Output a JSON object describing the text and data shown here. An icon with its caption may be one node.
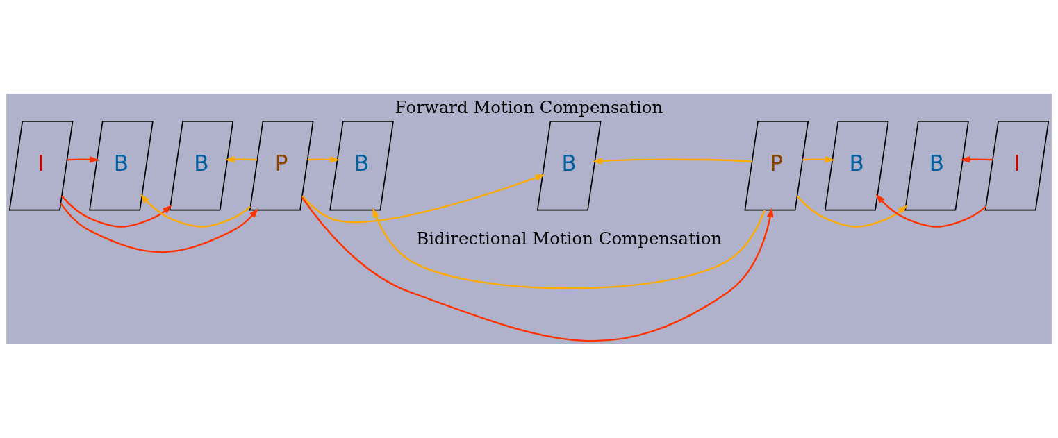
{
  "diagram": {
    "title": "Forward Motion Compensation",
    "caption": "Bidirectional Motion Compensation",
    "nodes": [
      {
        "text": [
          "I"
        ]
      },
      {
        "text": [
          "B"
        ]
      },
      {
        "text": [
          "B"
        ]
      },
      {
        "text": [
          "P"
        ]
      },
      {
        "text": [
          "B"
        ]
      },
      {
        "text": [
          "B"
        ]
      },
      {
        "text": [
          "P"
        ]
      },
      {
        "text": [
          "B"
        ]
      },
      {
        "text": [
          "B"
        ]
      },
      {
        "text": [
          "I"
        ]
      }
    ],
    "edges": [
      {
        "from": 0,
        "to": 3,
        "arrow": "to",
        "color": "#ff3300"
      },
      {
        "from": 3,
        "to": 6,
        "arrow": "to",
        "color": "#ff3300"
      },
      {
        "from": 0,
        "to": 2,
        "arrow": "to",
        "color": "#ff3300"
      },
      {
        "from": 0,
        "to": 1,
        "arrow": "to",
        "color": "#ff3300"
      },
      {
        "from": 3,
        "to": 1,
        "arrow": "to"
      },
      {
        "from": 3,
        "to": 2,
        "arrow": "to"
      },
      {
        "from": 3,
        "to": 5,
        "arrow": "to"
      },
      {
        "from": 3,
        "to": 4,
        "arrow": "to"
      },
      {
        "from": 6,
        "to": 4,
        "arrow": "to"
      },
      {
        "from": 6,
        "to": 5,
        "arrow": "to"
      },
      {
        "from": 6,
        "to": 7,
        "arrow": "to"
      },
      {
        "from": 6,
        "to": 8,
        "arrow": "to"
      },
      {
        "from": 9,
        "to": 7,
        "arrow": "to",
        "color": "#ff3300"
      },
      {
        "from": 9,
        "to": 8,
        "arrow": "to",
        "color": "#ff3300"
      }
    ]
  }
}
